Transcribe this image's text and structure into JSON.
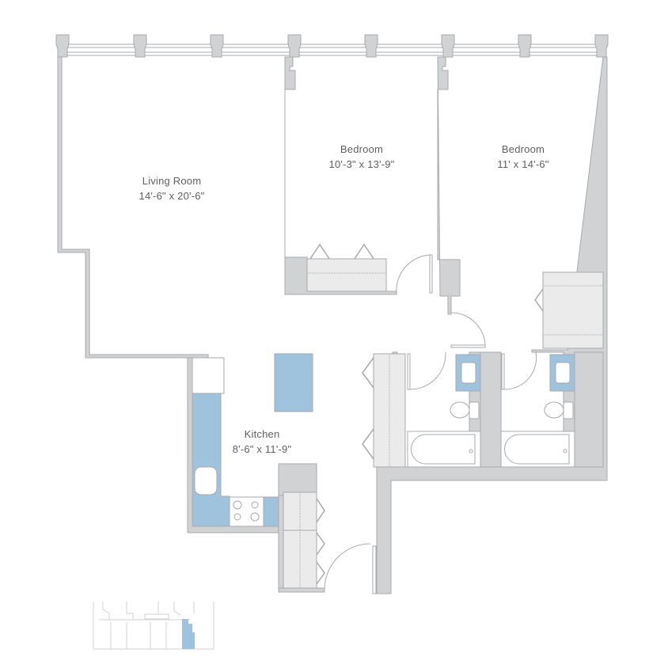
{
  "rooms": {
    "living": {
      "name": "Living Room",
      "size": "14'-6\" x 20'-6\""
    },
    "bedroom1": {
      "name": "Bedroom",
      "size": "10'-3\" x 13'-9\""
    },
    "bedroom2": {
      "name": "Bedroom",
      "size": "11' x 14'-6\""
    },
    "kitchen": {
      "name": "Kitchen",
      "size": "8'-6\" x 11'-9\""
    }
  },
  "colors": {
    "wall": "#d1d2d4",
    "wall_outline": "#a7a9ac",
    "fixture_blue": "#9fc3dc",
    "closet": "#ebebeb",
    "text": "#5f6062"
  },
  "key_plan": {
    "highlighted_unit_color": "#9fc3dc"
  }
}
